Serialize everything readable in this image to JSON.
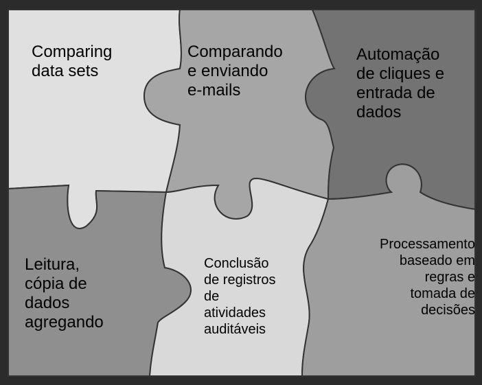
{
  "colors": {
    "frame": "#2b2b2b",
    "piece_top_left": "#e0e0e0",
    "piece_top_middle": "#a6a6a6",
    "piece_top_right": "#737373",
    "piece_bottom_left": "#8f8f8f",
    "piece_bottom_middle": "#d9d9d9",
    "piece_bottom_right": "#9e9e9e"
  },
  "pieces": [
    {
      "id": "top-left",
      "label": "Comparing\ndata sets"
    },
    {
      "id": "top-middle",
      "label": "Comparando\ne enviando\ne-mails"
    },
    {
      "id": "top-right",
      "label": "Automação\nde cliques e\nentrada de\ndados"
    },
    {
      "id": "bottom-left",
      "label": "Leitura,\ncópia de\ndados\nagregando"
    },
    {
      "id": "bottom-middle",
      "label": "Conclusão\nde registros\nde\natividades\nauditáveis"
    },
    {
      "id": "bottom-right",
      "label": "Processamento\nbaseado em\nregras e\ntomada de\ndecisões"
    }
  ]
}
